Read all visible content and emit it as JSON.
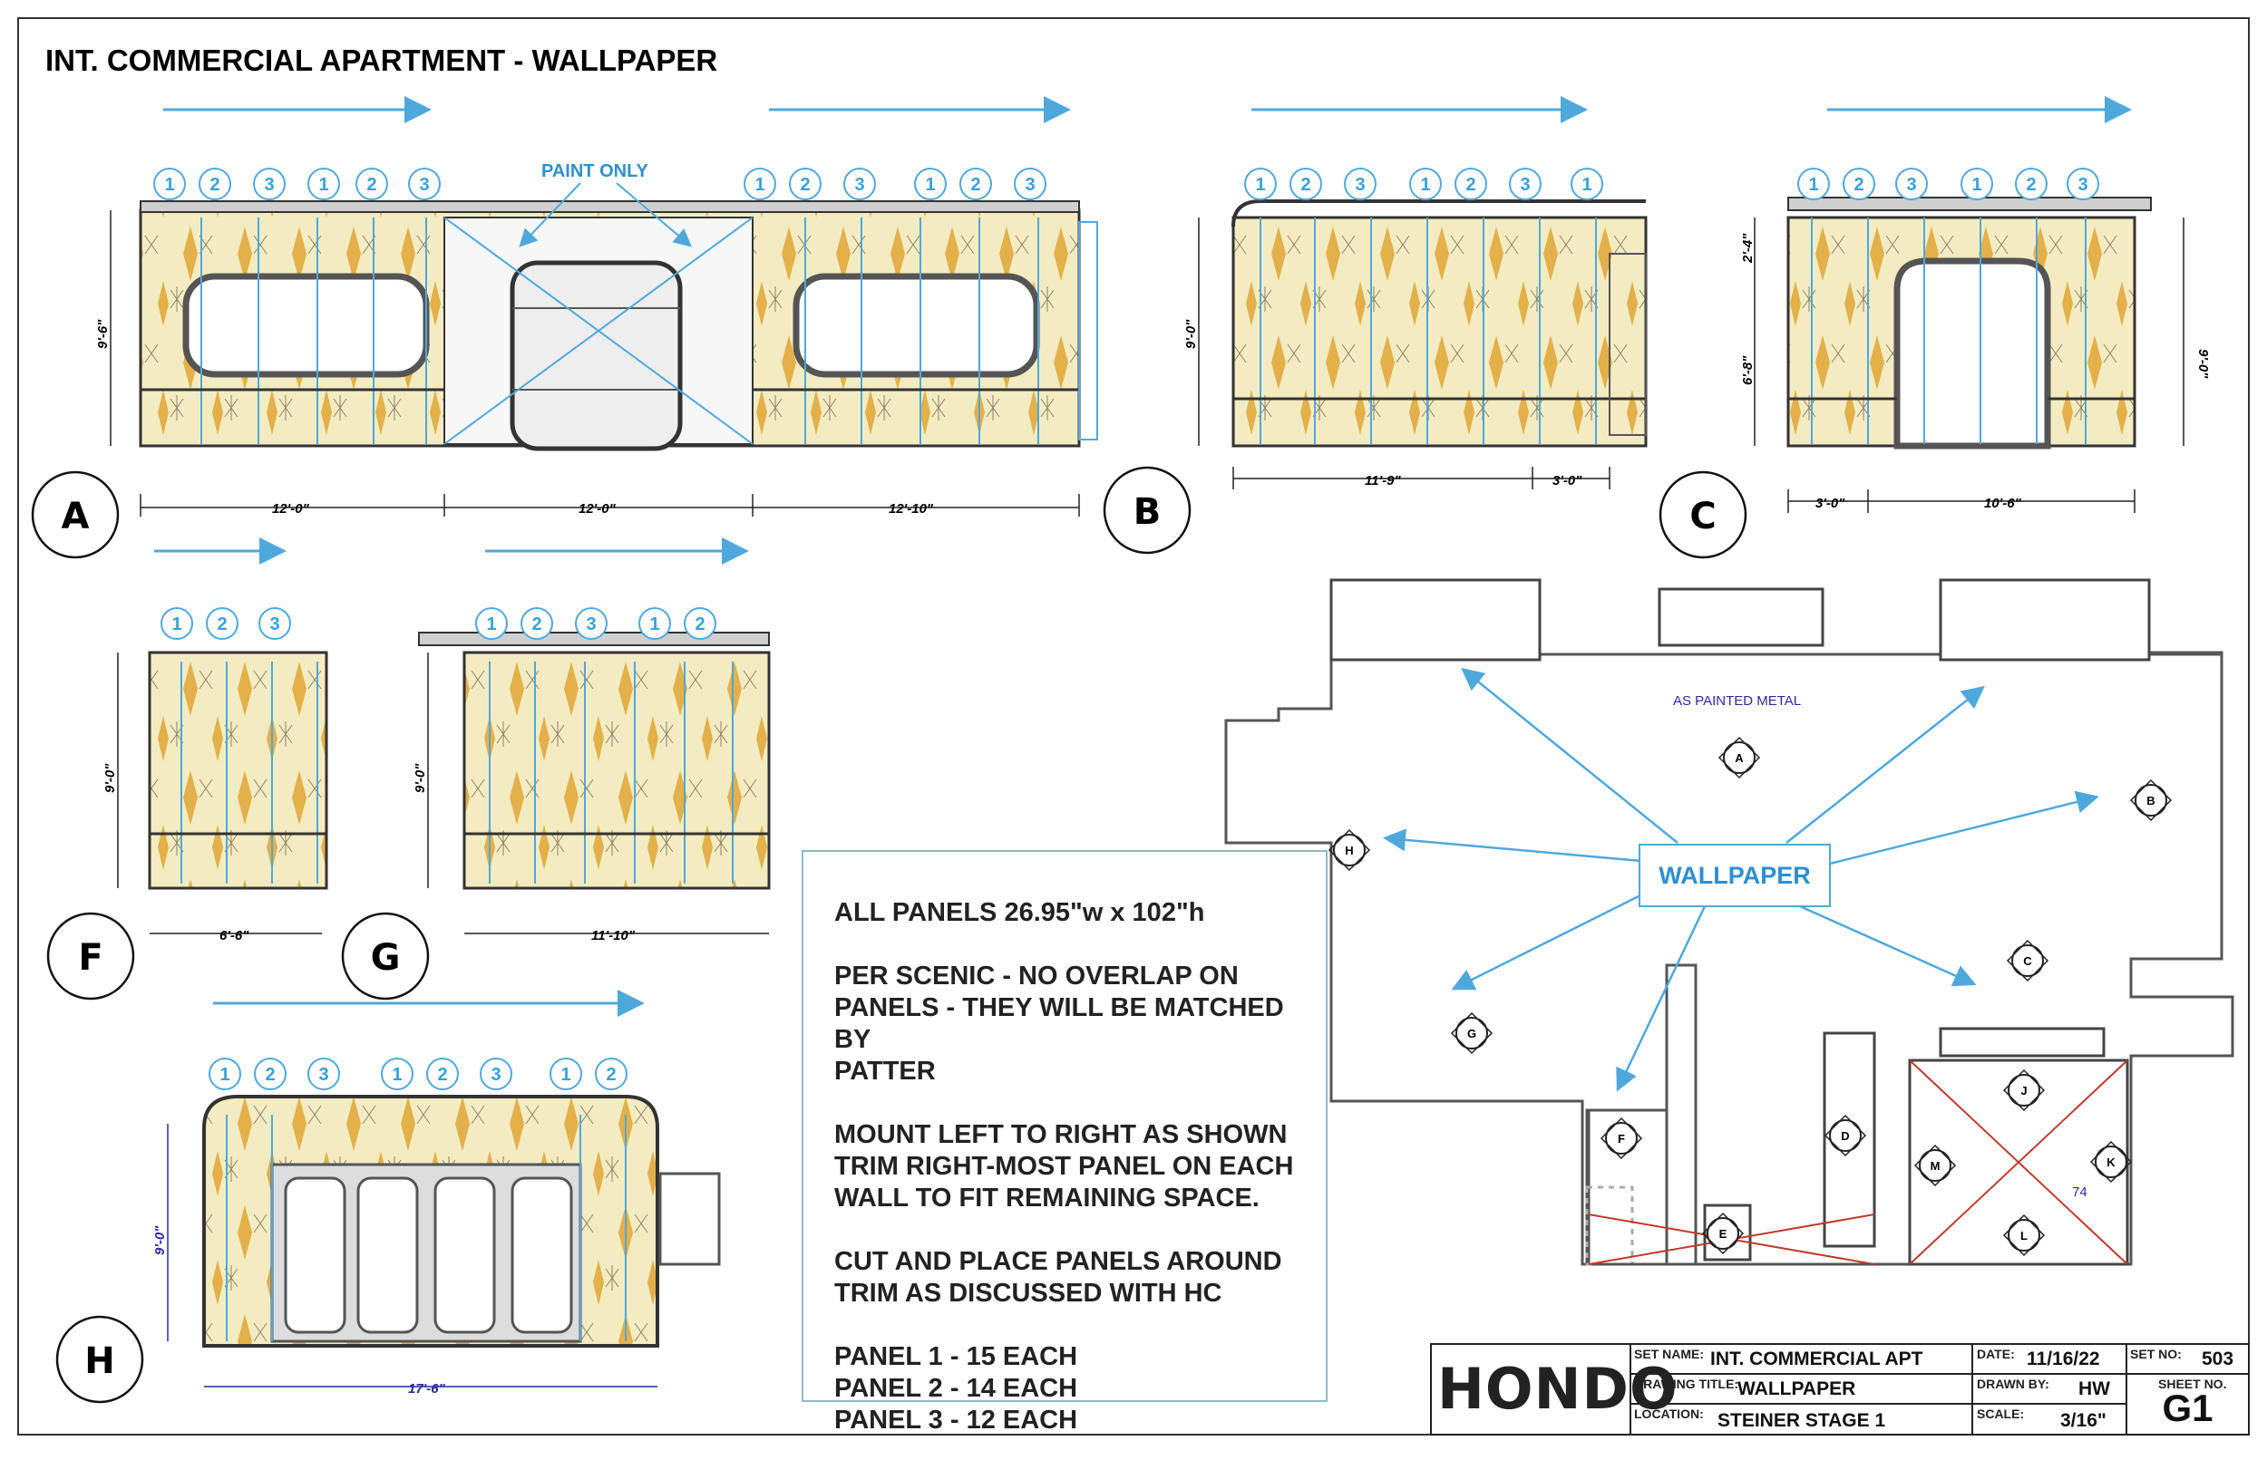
{
  "sheet_title": "INT. COMMERCIAL APARTMENT - WALLPAPER",
  "labels": {
    "paint_only": "PAINT ONLY",
    "as_painted_metal": "AS PAINTED METAL",
    "wallpaper_callout": "WALLPAPER",
    "room_number": "74"
  },
  "elevations": {
    "A": {
      "letter": "A",
      "height": "9'-6\"",
      "dims": [
        "12'-0\"",
        "12'-0\"",
        "12'-10\""
      ]
    },
    "B": {
      "letter": "B",
      "height": "9'-0\"",
      "dims": [
        "11'-9\"",
        "3'-0\""
      ]
    },
    "C": {
      "letter": "C",
      "heights": [
        "2'-4\"",
        "6'-8\"",
        "9'-0\""
      ],
      "dims": [
        "3'-0\"",
        "10'-6\""
      ]
    },
    "F": {
      "letter": "F",
      "height": "9'-0\"",
      "dims": [
        "6'-6\""
      ]
    },
    "G": {
      "letter": "G",
      "height": "9'-0\"",
      "dims": [
        "11'-10\""
      ]
    },
    "H": {
      "letter": "H",
      "height": "9'-0\"",
      "dims": [
        "17'-6\""
      ]
    }
  },
  "panel_numbers": [
    "1",
    "2",
    "3"
  ],
  "plan_markers": [
    "A",
    "B",
    "C",
    "D",
    "E",
    "F",
    "G",
    "H",
    "J",
    "K",
    "L",
    "M"
  ],
  "notes": [
    "ALL PANELS 26.95\"w x 102\"h",
    "PER SCENIC - NO OVERLAP ON\nPANELS - THEY WILL BE MATCHED BY\nPATTER",
    "MOUNT LEFT TO RIGHT AS SHOWN\nTRIM RIGHT-MOST PANEL ON EACH\nWALL TO FIT REMAINING SPACE.",
    "CUT AND PLACE PANELS AROUND\nTRIM AS DISCUSSED WITH HC",
    "PANEL 1 - 15 EACH\nPANEL 2 - 14 EACH\nPANEL 3 - 12 EACH"
  ],
  "title_block": {
    "logo": "HONDO",
    "set_name_label": "SET NAME:",
    "set_name": "INT. COMMERCIAL APT",
    "drawing_title_label": "DRAWING TITLE:",
    "drawing_title": "WALLPAPER",
    "location_label": "LOCATION:",
    "location": "STEINER STAGE 1",
    "date_label": "DATE:",
    "date": "11/16/22",
    "drawn_by_label": "DRAWN BY:",
    "drawn_by": "HW",
    "scale_label": "SCALE:",
    "scale": "3/16\"",
    "set_no_label": "SET NO:",
    "set_no": "503",
    "sheet_no_label": "SHEET NO.",
    "sheet_no": "G1"
  },
  "colors": {
    "wallpaper": "#f3ecc2",
    "diamond": "#e3b04a",
    "accent_blue": "#4fa8dc",
    "line": "#333333"
  }
}
